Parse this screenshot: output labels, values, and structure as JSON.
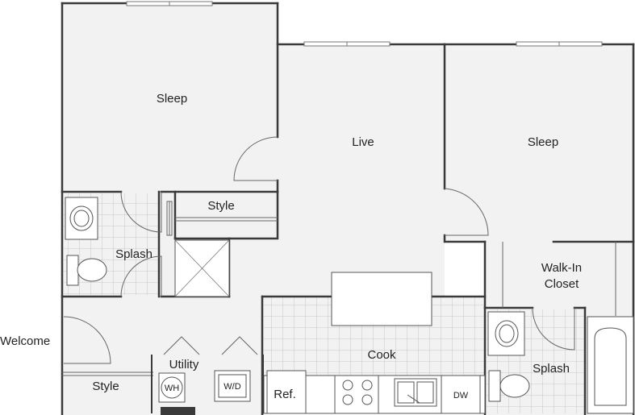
{
  "rooms": {
    "sleep_left": "Sleep",
    "live": "Live",
    "sleep_right": "Sleep",
    "style_top": "Style",
    "splash_left": "Splash",
    "walk_in_line1": "Walk-In",
    "walk_in_line2": "Closet",
    "welcome": "Welcome",
    "utility": "Utility",
    "cook": "Cook",
    "style_bottom": "Style",
    "splash_right": "Splash"
  },
  "appliances": {
    "water_heater": "WH",
    "washer_dryer": "W/D",
    "refrigerator": "Ref.",
    "dishwasher": "DW"
  },
  "colors": {
    "floor": "#f2f2f2",
    "wall": "#3a3a3a",
    "tile_line": "#bdbdbd",
    "fixture": "#555555"
  }
}
